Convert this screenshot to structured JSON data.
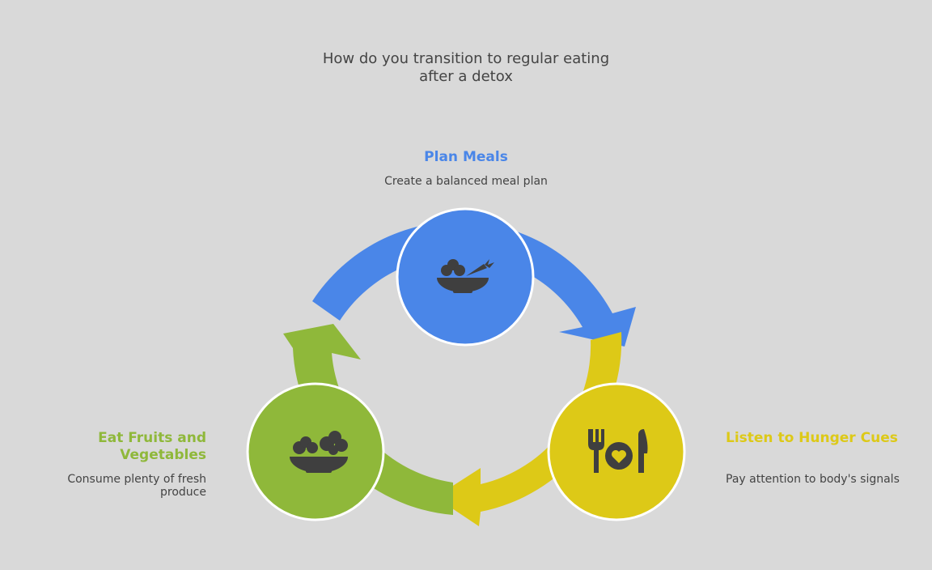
{
  "title": "How do you transition to regular eating after a detox",
  "colors": {
    "background": "#d9d9d9",
    "blue": "#4a86e8",
    "yellow": "#ddc917",
    "green": "#8fb83a",
    "icon": "#3f3f3f"
  },
  "steps": [
    {
      "title": "Plan Meals",
      "description": "Create a balanced meal plan",
      "icon": "salad-bowl-carrot-icon",
      "color": "#4a86e8"
    },
    {
      "title": "Listen to Hunger Cues",
      "description": "Pay attention to body's signals",
      "icon": "fork-plate-knife-heart-icon",
      "color": "#ddc917"
    },
    {
      "title": "Eat Fruits and Vegetables",
      "description": "Consume plenty of fresh produce",
      "icon": "vegetable-bowl-icon",
      "color": "#8fb83a"
    }
  ]
}
